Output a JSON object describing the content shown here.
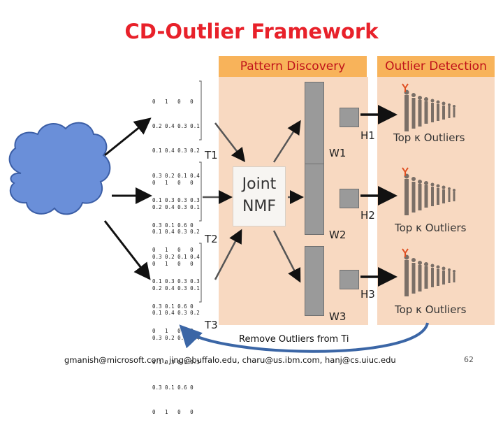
{
  "title": "CD-Outlier Framework",
  "panels": {
    "pattern_discovery": "Pattern Discovery",
    "outlier_detection": "Outlier Detection"
  },
  "nmf_lines": [
    "Joint",
    "NMF"
  ],
  "t_labels": [
    "T1",
    "T2",
    "T3"
  ],
  "w_labels": [
    "W1",
    "W2",
    "W3"
  ],
  "h_labels": [
    "H1",
    "H2",
    "H3"
  ],
  "top_k_label": "Top κ Outliers",
  "remove_label": "Remove Outliers from Ti",
  "footer": "gmanish@microsoft.com, jing@buffalo.edu, charu@us.ibm.com, hanj@cs.uiuc.edu",
  "page_number": "62",
  "matrix": [
    "0   1   0   0",
    "0.2 0.4 0.3 0.1",
    "0.1 0.4 0.3 0.2",
    "0.3 0.2 0.1 0.4",
    "0.1 0.3 0.3 0.3",
    "0.3 0.1 0.6 0",
    "0   1   0   0"
  ],
  "colors": {
    "title": "#e8212a",
    "panel_header": "#f8b35a",
    "panel_body": "#f8d9c1",
    "cloud": "#6a8fd9",
    "arc": "#3b66a6"
  }
}
